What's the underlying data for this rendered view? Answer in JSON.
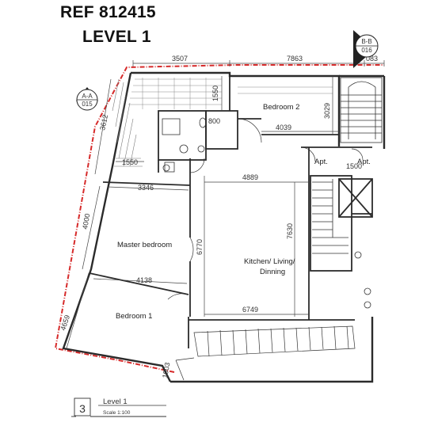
{
  "header": {
    "ref": "REF 812415",
    "level": "LEVEL 1"
  },
  "sections": {
    "aa_top": "A-A",
    "aa_bottom": "015",
    "bb_top": "B-B",
    "bb_bottom": "016"
  },
  "rooms": {
    "bedroom2": "Bedroom 2",
    "master": "Master bedroom",
    "kitchen_l1": "Kitchen/ Living/",
    "kitchen_l2": "Dinning",
    "bedroom1": "Bedroom 1",
    "apt_left": "Apt.",
    "apt_right": "Apt."
  },
  "dimensions": {
    "d3507": "3507",
    "d7863": "7863",
    "d083": "083",
    "d1550v": "1550",
    "d3029": "3029",
    "d3612": "3612",
    "d800": "800",
    "d4039": "4039",
    "d1550h": "1550",
    "d1500": "1500",
    "d3346": "3346",
    "d4889": "4889",
    "d4000": "4000",
    "d6770": "6770",
    "d7630": "7630",
    "d4138": "4138",
    "d6749": "6749",
    "d4659": "4659",
    "d1003": "1003"
  },
  "legend": {
    "number": "3",
    "name": "Level 1",
    "scale": "Scale 1:100"
  },
  "colors": {
    "boundary": "#d62a2a",
    "wall": "#2b2b2b",
    "dim_line": "#444444"
  }
}
